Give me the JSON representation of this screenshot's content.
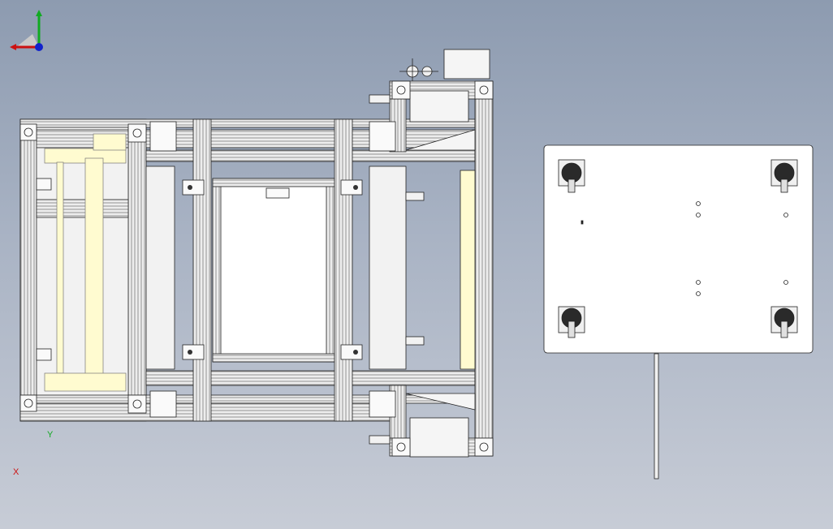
{
  "viewport": {
    "background_top": "#8d9bb0",
    "background_bottom": "#c7ccd6",
    "model": "frame-assembly-top-view"
  },
  "triad": {
    "x_label": "X",
    "y_label": "Y",
    "x_color": "#cc1111",
    "y_color": "#11aa22",
    "z_color": "#1122cc"
  },
  "colors": {
    "frame_fill": "#f2f2f2",
    "frame_stroke": "#222222",
    "shaft_fill": "#fffbd0",
    "plate_fill": "#ffffff",
    "wheel_fill": "#2a2a2a",
    "motor_fill": "#f5f5f5"
  }
}
